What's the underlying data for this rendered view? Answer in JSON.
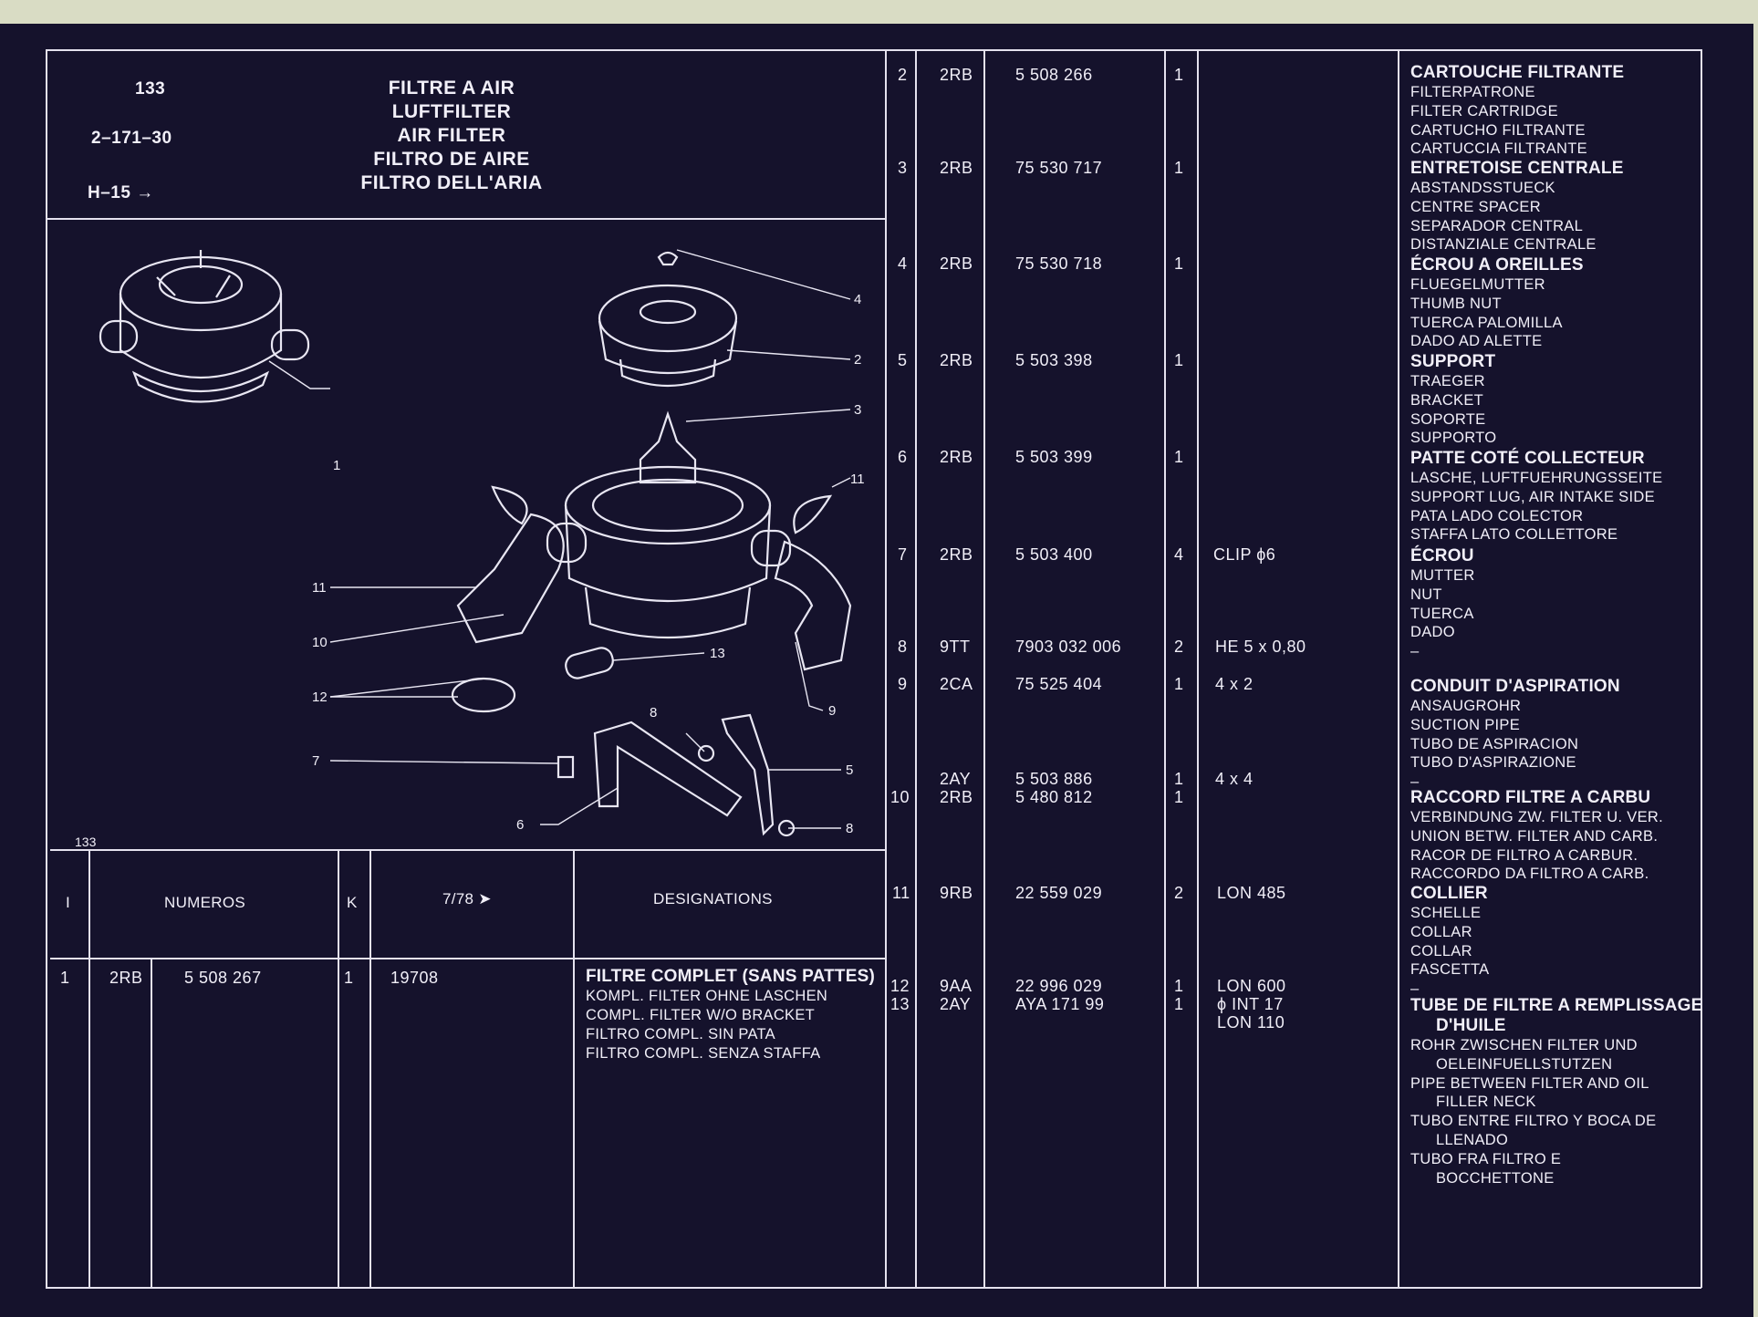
{
  "header": {
    "page_number": "133",
    "ref_code": "2–171–30",
    "h_code": "H–15 →",
    "titles": [
      "FILTRE A AIR",
      "LUFTFILTER",
      "AIR FILTER",
      "FILTRO DE AIRE",
      "FILTRO DELL'ARIA"
    ]
  },
  "illustration": {
    "page_label": "133",
    "ref_label": "2-171-30",
    "callouts": [
      "1",
      "2",
      "3",
      "4",
      "5",
      "6",
      "7",
      "8",
      "8",
      "9",
      "10",
      "11",
      "11",
      "12",
      "13"
    ]
  },
  "table_header": {
    "col_i": "I",
    "col_numeros": "NUMEROS",
    "col_k": "K",
    "col_date": "7/78 ➤",
    "col_designations": "DESIGNATIONS"
  },
  "first_row": {
    "index": "1",
    "group": "2RB",
    "part_number": "5 508 267",
    "qty": "1",
    "note": "19708",
    "desc_title": "FILTRE COMPLET (SANS PATTES)",
    "desc_lines": [
      "KOMPL. FILTER OHNE LASCHEN",
      "COMPL. FILTER W/O BRACKET",
      "FILTRO COMPL. SIN PATA",
      "FILTRO COMPL. SENZA STAFFA"
    ]
  },
  "parts": [
    {
      "index": "2",
      "group": "2RB",
      "part_number": "5 508 266",
      "qty": "1",
      "note": ""
    },
    {
      "index": "3",
      "group": "2RB",
      "part_number": "75 530 717",
      "qty": "1",
      "note": ""
    },
    {
      "index": "4",
      "group": "2RB",
      "part_number": "75 530 718",
      "qty": "1",
      "note": ""
    },
    {
      "index": "5",
      "group": "2RB",
      "part_number": "5 503 398",
      "qty": "1",
      "note": ""
    },
    {
      "index": "6",
      "group": "2RB",
      "part_number": "5 503 399",
      "qty": "1",
      "note": ""
    },
    {
      "index": "7",
      "group": "2RB",
      "part_number": "5 503 400",
      "qty": "4",
      "note": "CLIP ϕ6"
    },
    {
      "index": "8",
      "group": "9TT",
      "part_number": "7903 032 006",
      "qty": "2",
      "note": "HE 5 x 0,80"
    },
    {
      "index": "9",
      "group": "2CA",
      "part_number": "75 525 404",
      "qty": "1",
      "note": "4 x 2"
    },
    {
      "index": "",
      "group": "2AY",
      "part_number": "5 503 886",
      "qty": "1",
      "note": "4 x 4"
    },
    {
      "index": "10",
      "group": "2RB",
      "part_number": "5 480 812",
      "qty": "1",
      "note": ""
    },
    {
      "index": "11",
      "group": "9RB",
      "part_number": "22 559 029",
      "qty": "2",
      "note": "LON 485"
    },
    {
      "index": "12",
      "group": "9AA",
      "part_number": "22 996 029",
      "qty": "1",
      "note": "LON 600"
    },
    {
      "index": "13",
      "group": "2AY",
      "part_number": "AYA 171 99",
      "qty": "1",
      "note": "ϕ INT 17"
    },
    {
      "index": "",
      "group": "",
      "part_number": "",
      "qty": "",
      "note": "LON 110"
    }
  ],
  "designations": [
    {
      "title": "CARTOUCHE FILTRANTE",
      "lines": [
        "FILTERPATRONE",
        "FILTER CARTRIDGE",
        "CARTUCHO FILTRANTE",
        "CARTUCCIA FILTRANTE"
      ]
    },
    {
      "title": "ENTRETOISE CENTRALE",
      "lines": [
        "ABSTANDSSTUECK",
        "CENTRE SPACER",
        "SEPARADOR CENTRAL",
        "DISTANZIALE CENTRALE"
      ]
    },
    {
      "title": "ÉCROU A OREILLES",
      "lines": [
        "FLUEGELMUTTER",
        "THUMB NUT",
        "TUERCA PALOMILLA",
        "DADO AD ALETTE"
      ]
    },
    {
      "title": "SUPPORT",
      "lines": [
        "TRAEGER",
        "BRACKET",
        "SOPORTE",
        "SUPPORTO"
      ]
    },
    {
      "title": "PATTE COTÉ COLLECTEUR",
      "lines": [
        "LASCHE, LUFTFUEHRUNGSSEITE",
        "SUPPORT LUG, AIR INTAKE SIDE",
        "PATA LADO COLECTOR",
        "STAFFA LATO COLLETTORE"
      ]
    },
    {
      "title": "ÉCROU",
      "lines": [
        "MUTTER",
        "NUT",
        "TUERCA",
        "DADO",
        "–"
      ]
    },
    {
      "title": "CONDUIT D'ASPIRATION",
      "lines": [
        "ANSAUGROHR",
        "SUCTION PIPE",
        "TUBO DE ASPIRACION",
        "TUBO D'ASPIRAZIONE",
        "–"
      ]
    },
    {
      "title": "RACCORD FILTRE A CARBU",
      "lines": [
        "VERBINDUNG ZW. FILTER U. VER.",
        "UNION BETW. FILTER AND CARB.",
        "RACOR DE FILTRO A CARBUR.",
        "RACCORDO DA FILTRO A CARB."
      ]
    },
    {
      "title": "COLLIER",
      "lines": [
        "SCHELLE",
        "COLLAR",
        "COLLAR",
        "FASCETTA",
        "–"
      ]
    },
    {
      "title": "TUBE DE FILTRE A REMPLISSAGE",
      "title2": "D'HUILE",
      "lines": [
        "ROHR ZWISCHEN FILTER UND",
        "OELEINFUELLSTUTZEN",
        "PIPE BETWEEN FILTER AND OIL",
        "FILLER NECK",
        "TUBO ENTRE FILTRO Y BOCA DE",
        "LLENADO",
        "TUBO FRA FILTRO E",
        "BOCCHETTONE"
      ]
    }
  ],
  "colors": {
    "sheet_bg": "#15122c",
    "ink": "#f1eff8",
    "margin": "#d9dcc4"
  }
}
